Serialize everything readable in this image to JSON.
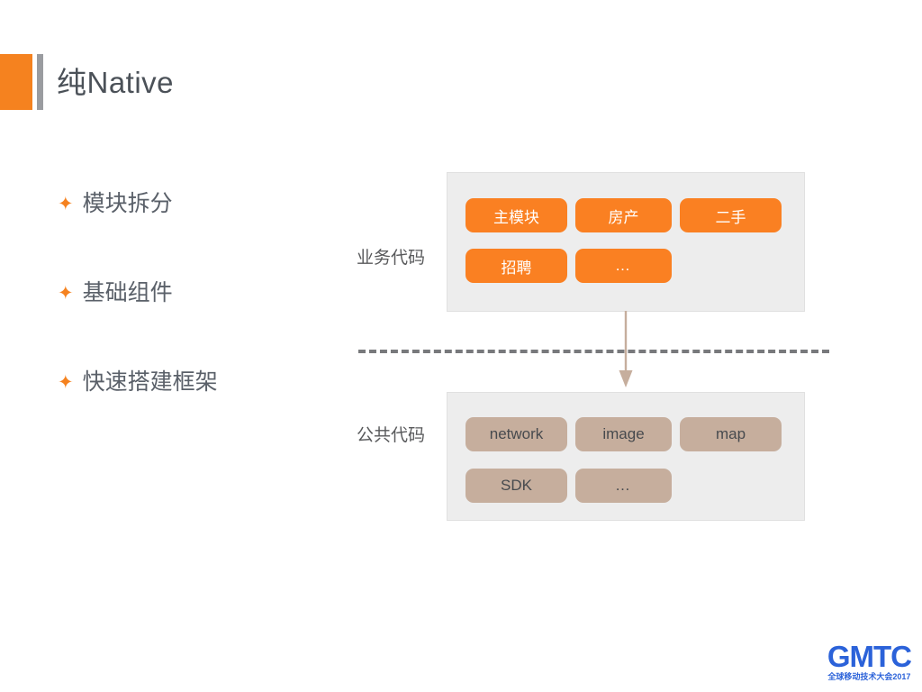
{
  "slide": {
    "title": "纯Native",
    "accent_color": "#F5821F",
    "title_bar_color": "#9A9CA0",
    "title_text_color": "#4B5158"
  },
  "bullets": [
    {
      "marker": "✦",
      "label": "模块拆分"
    },
    {
      "marker": "✦",
      "label": "基础组件"
    },
    {
      "marker": "✦",
      "label": "快速搭建框架"
    }
  ],
  "diagram": {
    "container_color": "#EDEDED",
    "arrow_color": "#C6AE9D",
    "divider_color": "#78797C",
    "groups": [
      {
        "caption": "业务代码",
        "pill_color": "#FA8022",
        "pill_text_color": "#FFFFFF",
        "rows": [
          [
            {
              "label": "主模块",
              "width": 113
            },
            {
              "label": "房产",
              "width": 107
            },
            {
              "label": "二手",
              "width": 113
            }
          ],
          [
            {
              "label": "招聘",
              "width": 113
            },
            {
              "label": "…",
              "width": 107
            }
          ]
        ]
      },
      {
        "caption": "公共代码",
        "pill_color": "#C6AE9D",
        "pill_text_color": "#474A4E",
        "rows": [
          [
            {
              "label": "network",
              "width": 113
            },
            {
              "label": "image",
              "width": 107
            },
            {
              "label": "map",
              "width": 113
            }
          ],
          [
            {
              "label": "SDK",
              "width": 113
            },
            {
              "label": "…",
              "width": 107
            }
          ]
        ]
      }
    ]
  },
  "footer": {
    "logo_text": "GMTC",
    "logo_subtitle": "全球移动技术大会2017",
    "logo_color": "#2B62D9"
  }
}
